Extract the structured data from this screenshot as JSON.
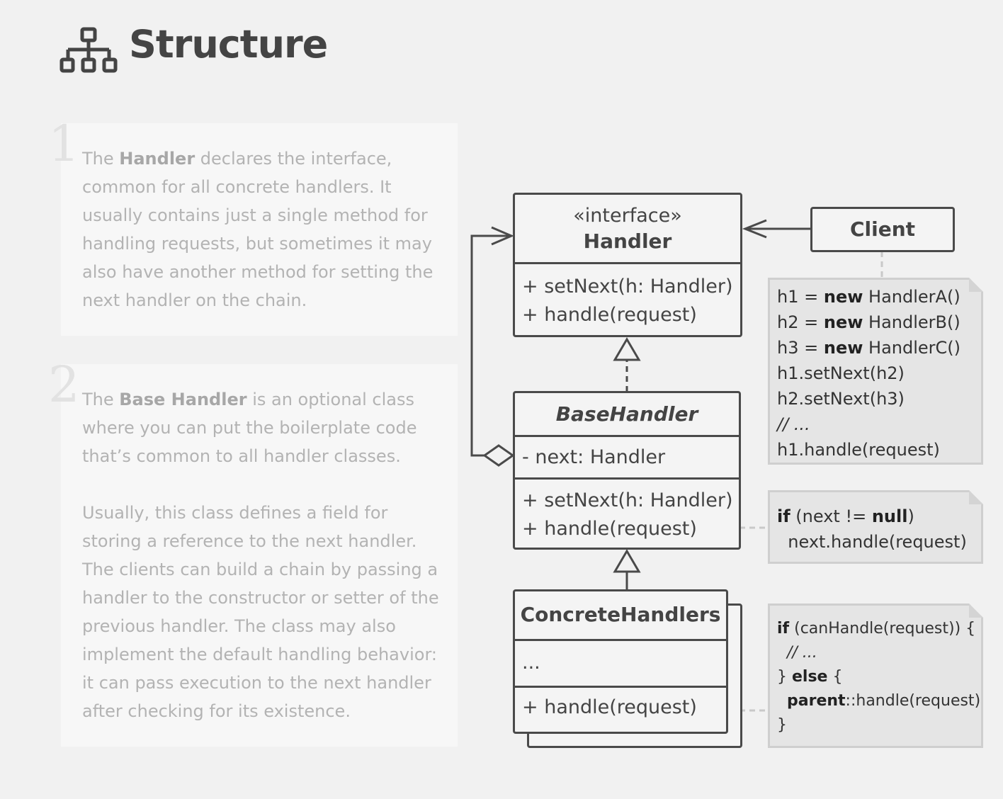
{
  "header": {
    "title": "Structure",
    "icon": "hierarchy-icon"
  },
  "panels": [
    {
      "number": "1",
      "parts": [
        {
          "t": "The "
        },
        {
          "t": "Handler",
          "b": true
        },
        {
          "t": " declares the interface, common for all concrete handlers. It usually contains just a single method for handling requests, but sometimes it may also have another method for setting the next handler on the chain."
        }
      ]
    },
    {
      "number": "2",
      "parts": [
        {
          "t": "The "
        },
        {
          "t": "Base Handler",
          "b": true
        },
        {
          "t": " is an optional class where you can put the boilerplate code that’s common to all handler classes."
        }
      ],
      "para2": "Usually, this class defines a field for storing a reference to the next handler. The clients can build a chain by passing a handler to the constructor or setter of the previous handler. The class may also implement the default handling behavior: it can pass execution to the next handler after checking for its existence."
    }
  ],
  "diagram": {
    "handler": {
      "stereotype": "«interface»",
      "name": "Handler",
      "methods": [
        "+ setNext(h: Handler)",
        "+ handle(request)"
      ]
    },
    "client": {
      "name": "Client"
    },
    "base_handler": {
      "name": "BaseHandler",
      "fields": [
        "- next: Handler"
      ],
      "methods": [
        "+ setNext(h: Handler)",
        "+ handle(request)"
      ]
    },
    "concrete_handlers": {
      "name": "ConcreteHandlers",
      "fields": [
        "..."
      ],
      "methods": [
        "+ handle(request)"
      ]
    },
    "client_note": [
      [
        {
          "t": "h1 = "
        },
        {
          "t": "new",
          "b": true
        },
        {
          "t": " HandlerA()"
        }
      ],
      [
        {
          "t": "h2 = "
        },
        {
          "t": "new",
          "b": true
        },
        {
          "t": " HandlerB()"
        }
      ],
      [
        {
          "t": "h3 = "
        },
        {
          "t": "new",
          "b": true
        },
        {
          "t": " HandlerC()"
        }
      ],
      [
        {
          "t": "h1.setNext(h2)"
        }
      ],
      [
        {
          "t": "h2.setNext(h3)"
        }
      ],
      [
        {
          "t": "// ...",
          "i": true
        }
      ],
      [
        {
          "t": "h1.handle(request)"
        }
      ]
    ],
    "base_note": [
      [
        {
          "t": "if",
          "b": true
        },
        {
          "t": " (next != "
        },
        {
          "t": "null",
          "b": true
        },
        {
          "t": ")"
        }
      ],
      [
        {
          "t": "  next.handle(request)"
        }
      ]
    ],
    "concrete_note": [
      [
        {
          "t": "if",
          "b": true
        },
        {
          "t": " (canHandle(request)) {"
        }
      ],
      [
        {
          "t": "  // ...",
          "i": true
        }
      ],
      [
        {
          "t": "} "
        },
        {
          "t": "else",
          "b": true
        },
        {
          "t": " {"
        }
      ],
      [
        {
          "t": "  "
        },
        {
          "t": "parent",
          "b": true
        },
        {
          "t": "::handle(request)"
        }
      ],
      [
        {
          "t": "}"
        }
      ]
    ]
  }
}
